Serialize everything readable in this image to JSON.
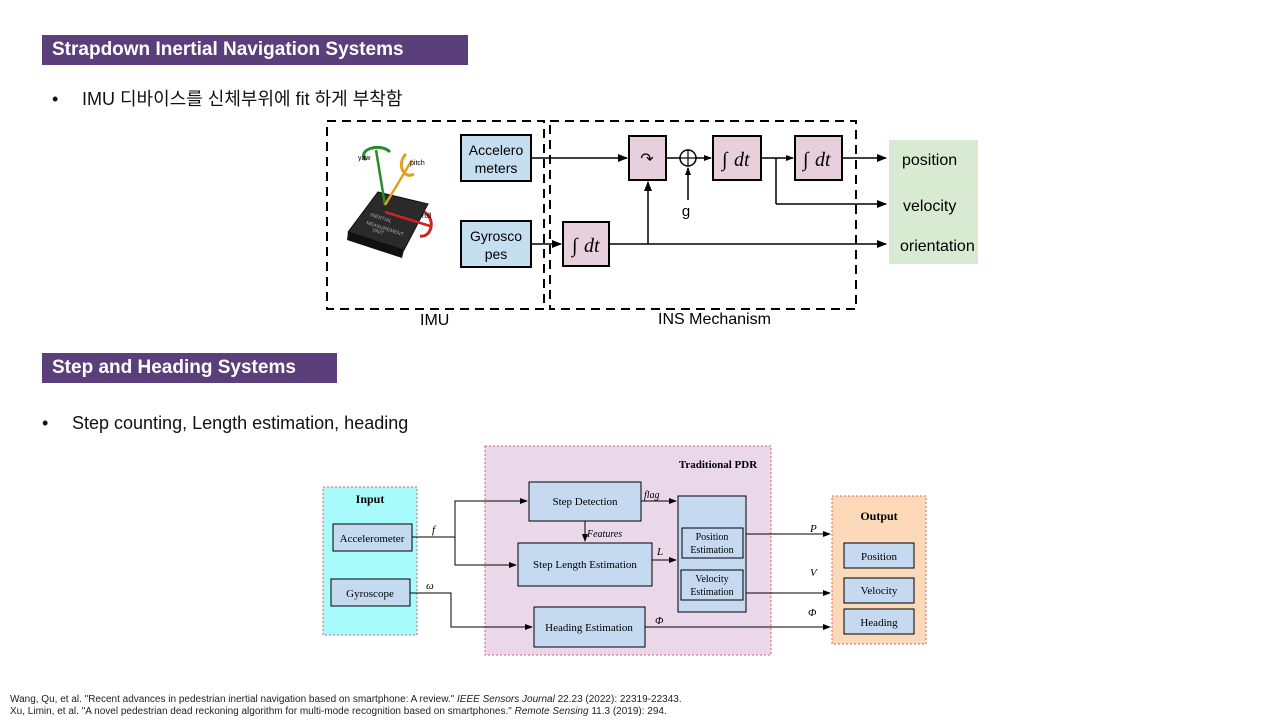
{
  "section1": {
    "title": "Strapdown Inertial Navigation Systems",
    "bullet": "IMU 디바이스를 신체부위에 fit 하게 부착함"
  },
  "ins_diagram": {
    "imu_label": "IMU",
    "ins_label": "INS Mechanism",
    "accel_line1": "Accelero",
    "accel_line2": "meters",
    "gyro_line1": "Gyrosco",
    "gyro_line2": "pes",
    "rotate_symbol": "↷",
    "integral": "∫",
    "dt": "dt",
    "gravity": "g",
    "outputs": [
      "position",
      "velocity",
      "orientation"
    ],
    "chip": {
      "yaw": "yaw",
      "pitch": "pitch",
      "roll": "roll",
      "chip_text_1": "INERTIAL",
      "chip_text_2": "MEASUREMENT",
      "chip_text_3": "UNIT"
    }
  },
  "section2": {
    "title": "Step and Heading Systems",
    "bullet": "Step counting, Length estimation, heading"
  },
  "pdr_diagram": {
    "input_title": "Input",
    "accelerometer": "Accelerometer",
    "gyroscope": "Gyroscope",
    "traditional_pdr": "Traditional PDR",
    "step_detection": "Step Detection",
    "step_length": "Step Length Estimation",
    "heading_estimation": "Heading Estimation",
    "position_estimation_1": "Position",
    "position_estimation_2": "Estimation",
    "velocity_estimation_1": "Velocity",
    "velocity_estimation_2": "Estimation",
    "output_title": "Output",
    "out_position": "Position",
    "out_velocity": "Velocity",
    "out_heading": "Heading",
    "sym_f": "f",
    "sym_omega": "ω",
    "sym_flag": "flag",
    "sym_features": "Features",
    "sym_L": "L",
    "sym_phi": "Φ",
    "sym_P": "P",
    "sym_V": "V",
    "sym_phi_out": "Φ"
  },
  "references": {
    "ref1_pre": "Wang, Qu, et al. \"Recent advances in pedestrian inertial navigation based on smartphone: A review.\" ",
    "ref1_journal": "IEEE Sensors Journal",
    "ref1_post": " 22.23 (2022): 22319-22343.",
    "ref2_pre": "Xu, Limin,  et al. \"A novel pedestrian dead reckoning algorithm for multi-mode  recognition based on smartphones.\" ",
    "ref2_journal": "Remote Sensing",
    "ref2_post": " 11.3 (2019): 294."
  }
}
